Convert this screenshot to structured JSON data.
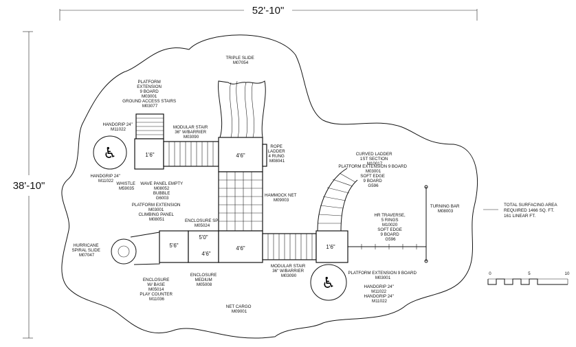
{
  "dimensions": {
    "width": "52'-10\"",
    "height": "38'-10\""
  },
  "labels": {
    "triple_slide": [
      "TRIPLE SLIDE",
      "M07054"
    ],
    "platform_ext_top": [
      "PLATFORM",
      "EXTENSION",
      "9 BOARD",
      "M03001",
      "GROUND ACCESS STAIRS",
      "M03077"
    ],
    "handgrip_top": [
      "HANDGRIP 24\"",
      "M11022"
    ],
    "modular_stair_top": [
      "MODULAR STAIR",
      "36\" W/BARRIER",
      "M03090"
    ],
    "rope_ladder": [
      "ROPE",
      "LADDER",
      "4 RUNG",
      "M08041"
    ],
    "handgrip_left": [
      "HANDGRIP 24\"",
      "M11022"
    ],
    "whistle": [
      "WHISTLE",
      "M59035"
    ],
    "wave_panel": [
      "WAVE PANEL EMPTY",
      "M08052",
      "BUBBLE",
      "G6003"
    ],
    "hammock_net": [
      "HAMMOCK NET",
      "M09003"
    ],
    "curved_ladder": [
      "CURVED LADDER",
      "1ST SECTION",
      "M10017"
    ],
    "platform_ext_right": [
      "PLATFORM EXTENSION 9 BOARD",
      "M03001"
    ],
    "soft_edge_1": [
      "SOFT EDGE",
      "9 BOARD",
      "G596"
    ],
    "platform_ext_climb": [
      "PLATFORM EXTENSION",
      "M03001",
      "CLIMBING PANEL",
      "M08051"
    ],
    "enclosure_sp": [
      "ENCLOSURE SP",
      "M05024"
    ],
    "hr_traverse": [
      "HR TRAVERSE,",
      "5 RINGS",
      "M10020",
      "SOFT EDGE",
      "9 BOARD",
      "G596"
    ],
    "turning_bar": [
      "TURNING BAR",
      "M08003"
    ],
    "hurricane": [
      "HURRICANE",
      "SPIRAL SLIDE",
      "M07047"
    ],
    "modular_stair_bottom": [
      "MODULAR STAIR",
      "36\" W/BARRIER",
      "M03090"
    ],
    "platform_ext_bottom": [
      "PLATFORM EXTENSION 9 BOARD",
      "M03001"
    ],
    "enclosure_base": [
      "ENCLOSURE",
      "W/ BASE",
      "M05014",
      "PLAY COUNTER",
      "M11036"
    ],
    "enclosure_medium": [
      "ENCLOSURE",
      "MEDIUM",
      "M05008"
    ],
    "handgrip_bottom": [
      "HANDGRIP 24\"",
      "M11022",
      "HANDGRIP 24\"",
      "M11022"
    ],
    "net_cargo": [
      "NET CARGO",
      "M09001"
    ],
    "surfacing": [
      "TOTAL SURFACING AREA",
      "REQUIRED 1466 SQ. FT.",
      "161 LINEAR FT."
    ]
  },
  "deck_sizes": {
    "top_left": "1'6\"",
    "top_center": "4'6\"",
    "mid_left": "5'6\"",
    "mid_upper": "5'0\"",
    "mid_lower": "4'6\"",
    "mid_center": "4'6\"",
    "right": "1'6\""
  },
  "scale": {
    "ticks": [
      "0",
      "5",
      "10"
    ]
  }
}
